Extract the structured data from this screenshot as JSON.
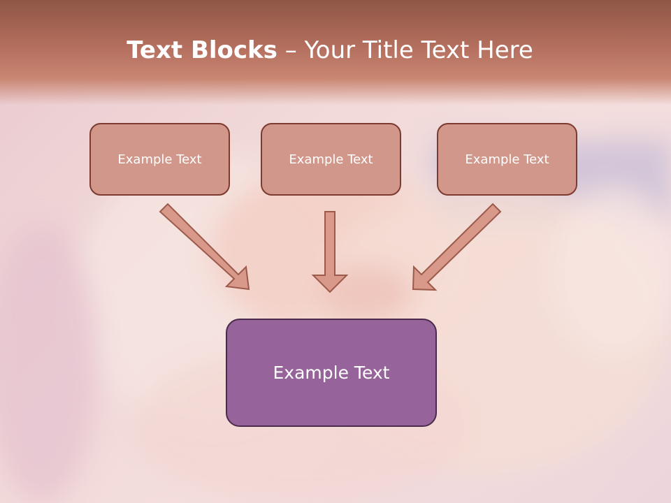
{
  "title": {
    "bold_part": "Text Blocks",
    "rest": "– Your Title Text Here"
  },
  "boxes": {
    "top_left": "Example Text",
    "top_middle": "Example Text",
    "top_right": "Example Text",
    "center": "Example Text"
  },
  "colors": {
    "title_band": "#b46f5e",
    "small_box_fill": "#d0978a",
    "small_box_border": "#7d3a2e",
    "big_box_fill": "#96639a",
    "big_box_border": "#4a2b4d",
    "arrow_fill": "#d8998a",
    "arrow_stroke": "#9b5a4a"
  }
}
